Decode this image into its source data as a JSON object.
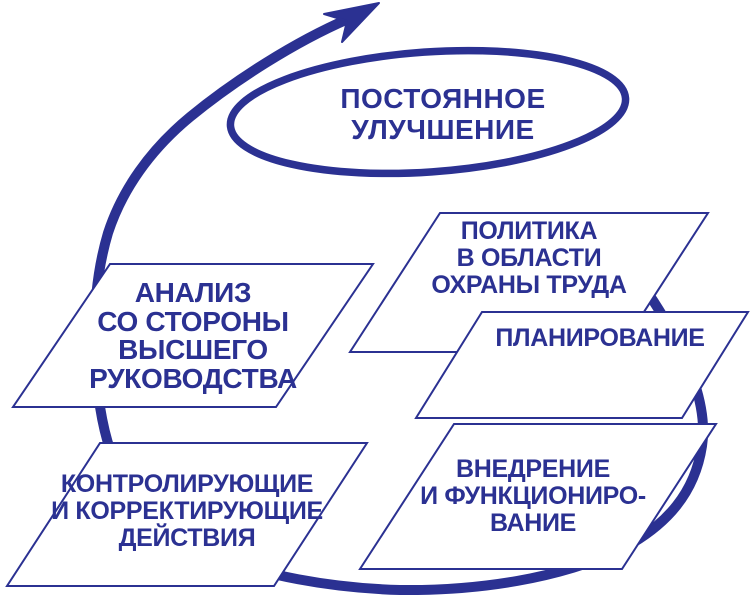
{
  "diagram_title": "ПОСТОЯННОЕ УЛУЧШЕНИЕ",
  "colors": {
    "ink": "#2b3192",
    "bg": "#ffffff"
  },
  "ellipse_label": {
    "lines": [
      "ПОСТОЯННОЕ",
      "УЛУЧШЕНИЕ"
    ]
  },
  "boxes": [
    {
      "id": "policy",
      "lines": [
        "ПОЛИТИКА",
        "В ОБЛАСТИ",
        "ОХРАНЫ ТРУДА"
      ]
    },
    {
      "id": "planning",
      "lines": [
        "ПЛАНИРОВАНИЕ"
      ]
    },
    {
      "id": "implementation",
      "lines": [
        "ВНЕДРЕНИЕ",
        "И ФУНКЦИОНИРО-",
        "ВАНИЕ"
      ]
    },
    {
      "id": "control",
      "lines": [
        "КОНТРОЛИРУЮЩИЕ",
        "И КОРРЕКТИРУЮЩИЕ",
        "ДЕЙСТВИЯ"
      ]
    },
    {
      "id": "analysis",
      "lines": [
        "АНАЛИЗ",
        "СО СТОРОНЫ",
        "ВЫСШЕГО",
        "РУКОВОДСТВА"
      ]
    }
  ]
}
